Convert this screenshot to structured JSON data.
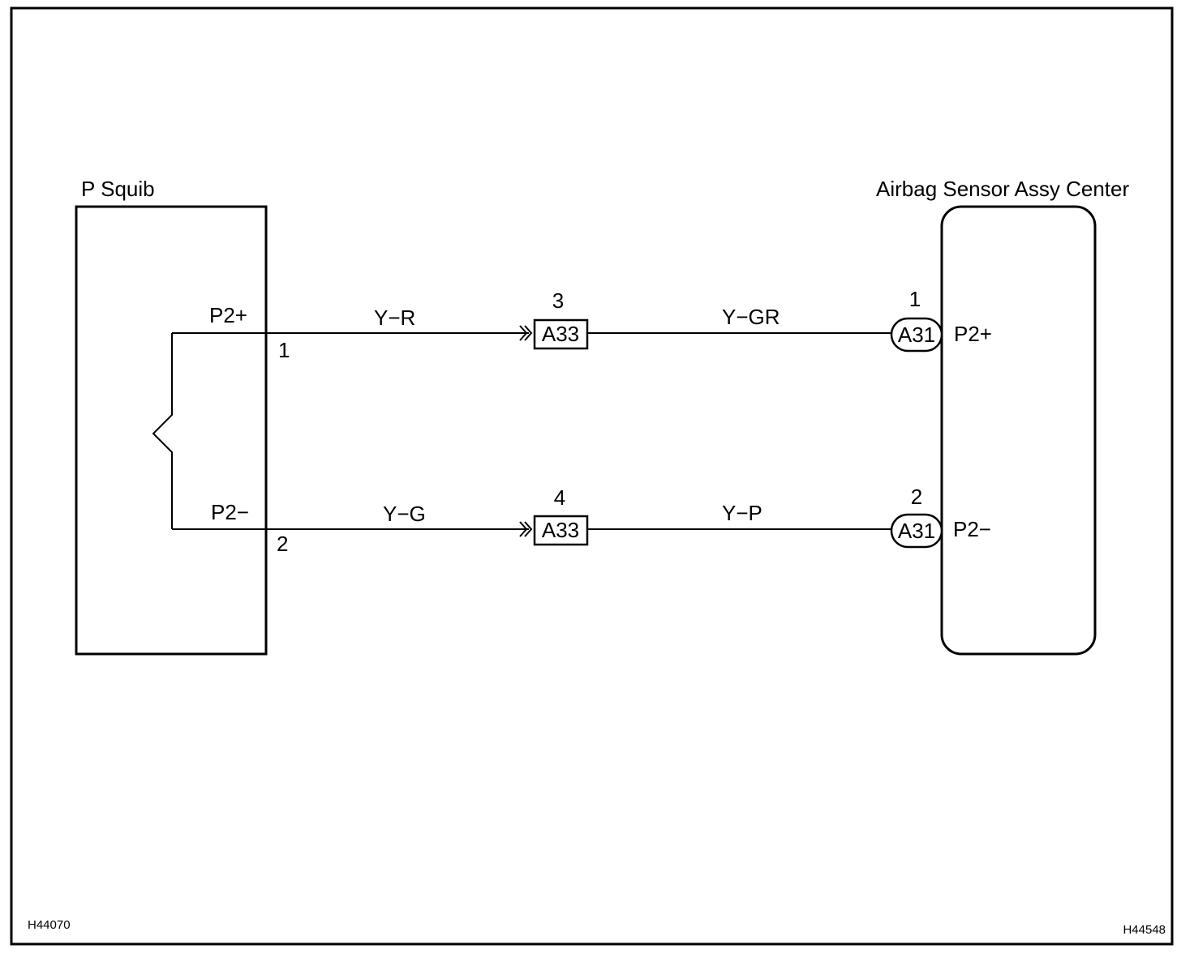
{
  "left_component": {
    "name": "P Squib"
  },
  "right_component": {
    "name": "Airbag Sensor Assy Center"
  },
  "circuits": [
    {
      "squib_terminal": "P2+",
      "squib_pin": "1",
      "wire_left": "Y−R",
      "mid_connector": "A33",
      "mid_pin": "3",
      "wire_right": "Y−GR",
      "ecu_connector": "A31",
      "ecu_pin": "1",
      "ecu_terminal": "P2+"
    },
    {
      "squib_terminal": "P2−",
      "squib_pin": "2",
      "wire_left": "Y−G",
      "mid_connector": "A33",
      "mid_pin": "4",
      "wire_right": "Y−P",
      "ecu_connector": "A31",
      "ecu_pin": "2",
      "ecu_terminal": "P2−"
    }
  ],
  "footer": {
    "code_left": "H44070",
    "code_right": "H44548"
  }
}
